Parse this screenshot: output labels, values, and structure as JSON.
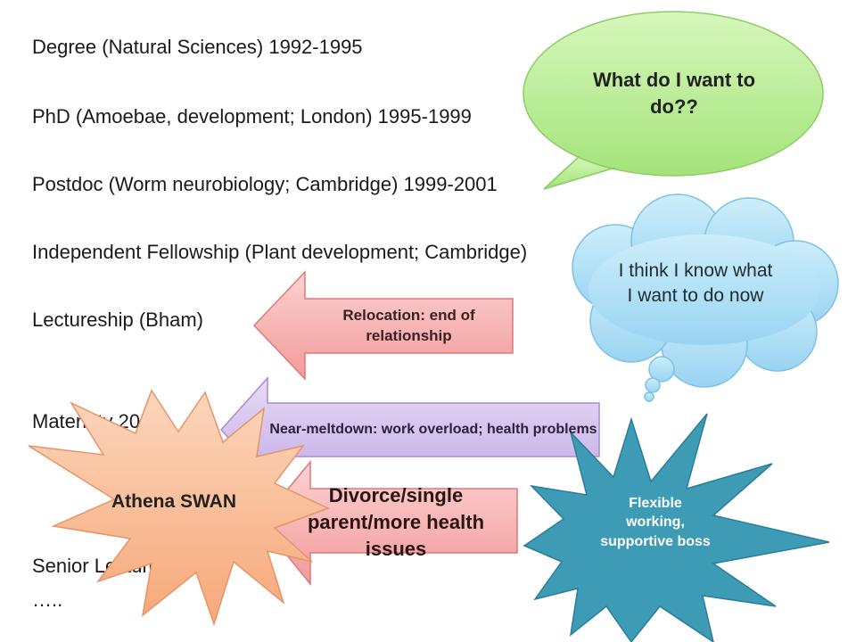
{
  "timeline": {
    "items": [
      "Degree (Natural Sciences) 1992-1995",
      "PhD (Amoebae, development; London) 1995-1999",
      "Postdoc (Worm neurobiology; Cambridge) 1999-2001",
      "Independent Fellowship (Plant development; Cambridge)",
      "Lectureship (Bham)",
      "Maternity 2008",
      "Senior Lecturer 2012",
      "….."
    ]
  },
  "callouts": {
    "relocation": "Relocation: end of relationship",
    "meltdown": "Near-meltdown: work overload; health problems",
    "divorce": "Divorce/single parent/more health issues"
  },
  "bubbles": {
    "speech": "What do I want to do??",
    "thought": "I think I know what I want to do now"
  },
  "stars": {
    "athena": "Athena SWAN",
    "flexible": "Flexible working, supportive boss"
  },
  "colors": {
    "pink": "#f7a9a9",
    "lavender": "#cdb8ea",
    "green": "#b4ec8a",
    "blue": "#a9dcf5",
    "peach": "#f8b98f",
    "teal": "#3e9bb5"
  }
}
